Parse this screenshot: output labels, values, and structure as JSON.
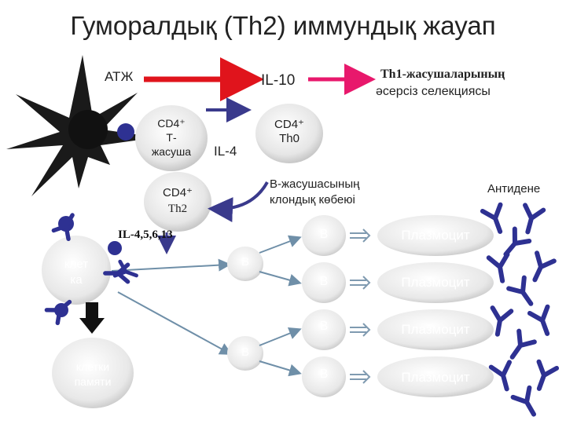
{
  "title": "Гуморалдық (Th2) иммундық жауап",
  "labels": {
    "atzh": "АТЖ",
    "il10": "IL-10",
    "th1_line1": "Th1-жасушаларының",
    "th1_line2": "әсерсіз селекциясы",
    "cd4t_line1": "CD4⁺",
    "cd4t_line2": "Т-",
    "cd4t_line3": "жасуша",
    "il4": "IL-4",
    "cd4th0_line1": "CD4⁺",
    "cd4th0_line2": "Th0",
    "bclone_line1": "В-жасушасының",
    "bclone_line2": "клондық көбеюі",
    "antibody": "Антидене",
    "cd4th2_line1": "CD4⁺",
    "cd4th2_line2": "Th2",
    "cytokines": "IL-4,5,6,13",
    "bcell_line1": "клет",
    "bcell_line2": "ка",
    "memory_line1": "клетки",
    "memory_line2": "памяти",
    "b_small": "B",
    "b_mid1": "B",
    "b_mid2": "B"
  },
  "right_rows": [
    {
      "b": "B",
      "plasma": "Плазмоцит"
    },
    {
      "b": "B",
      "plasma": "Плазмоцит"
    },
    {
      "b": "B",
      "plasma": "Плазмоцит"
    },
    {
      "b": "B",
      "plasma": "Плазмоцит"
    }
  ],
  "colors": {
    "cell_light": "#eeeeee",
    "cell_dark": "#c8c8c8",
    "red_arrow": "#e0141c",
    "pink_arrow": "#e8186c",
    "blue_arrow": "#3a3a8c",
    "antibody": "#2e3192",
    "dendritic": "#1a1a1a"
  },
  "icons": [
    "dendritic-cell-icon",
    "antibody-icon",
    "receptor-icon"
  ]
}
